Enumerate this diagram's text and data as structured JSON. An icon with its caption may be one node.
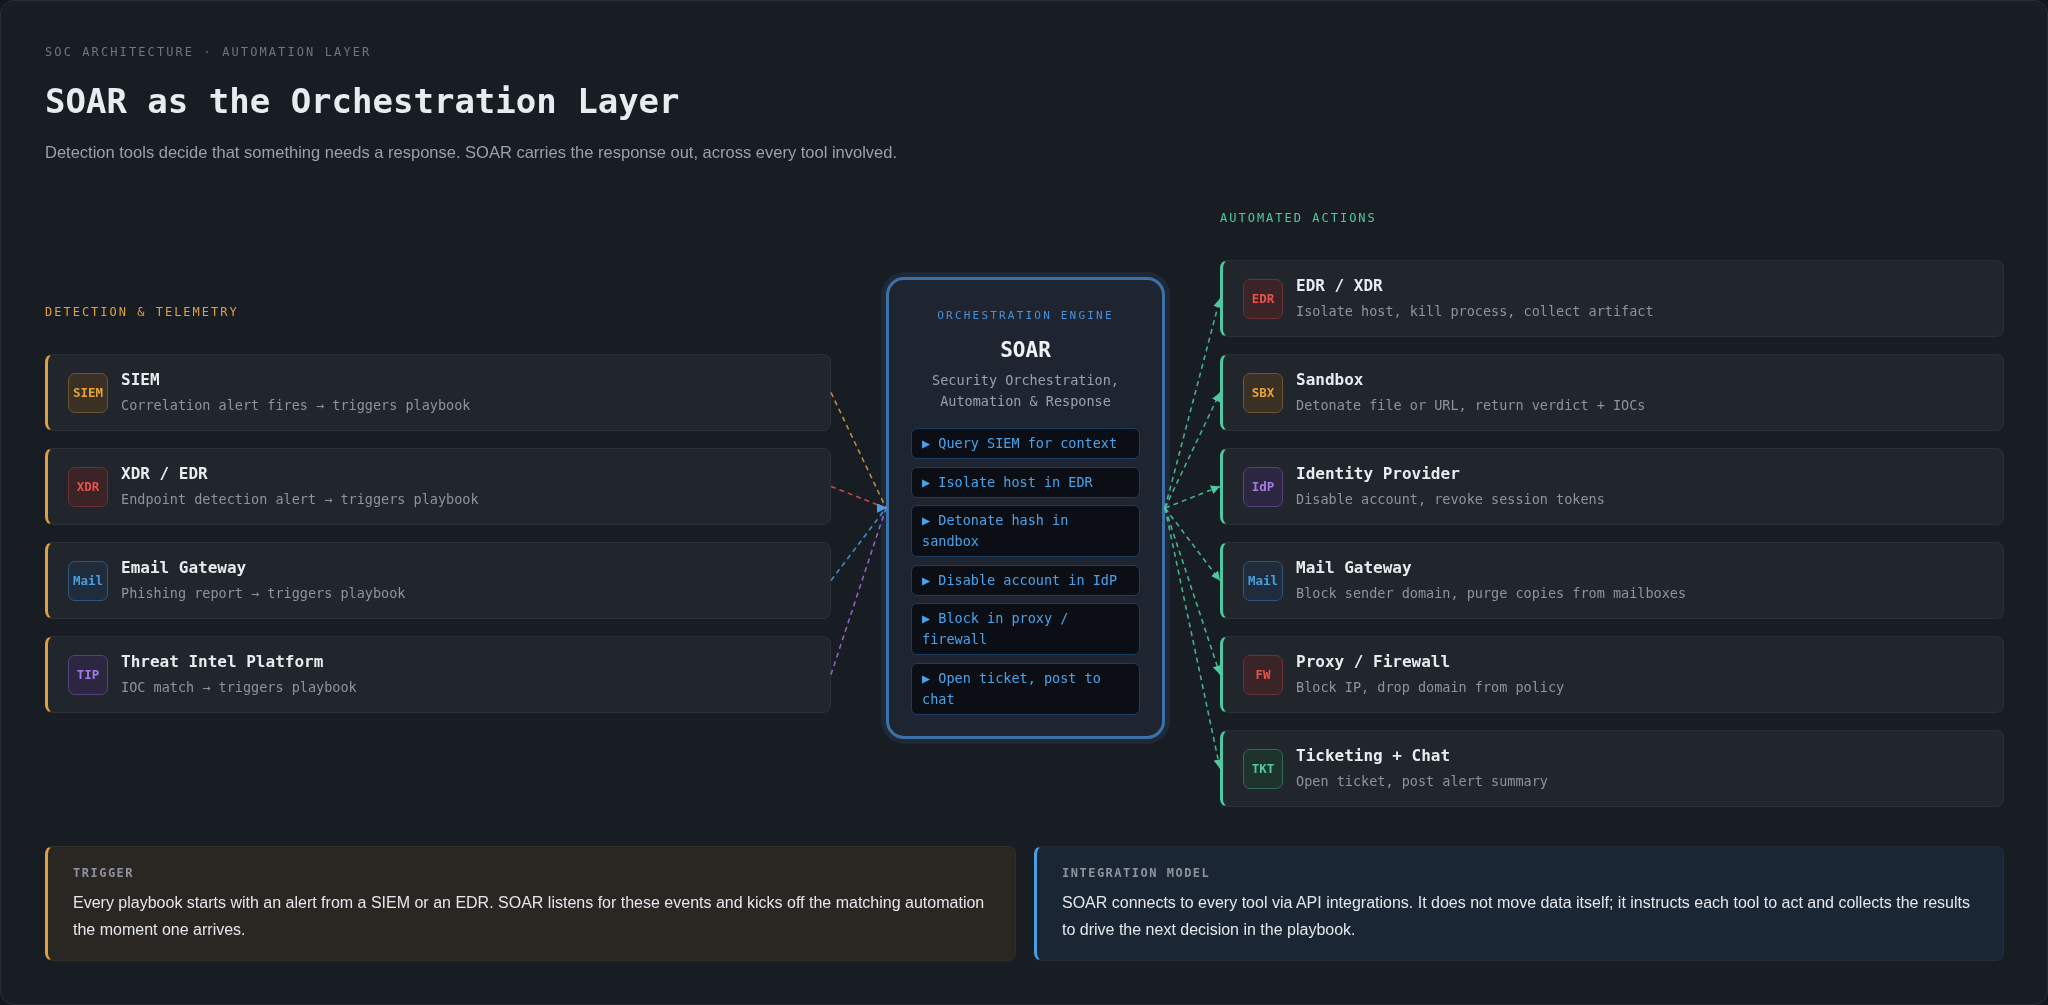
{
  "diagram": {
    "title": "SOAR as the Orchestration Layer",
    "nodes": [
      {
        "text": [
          "SIEM",
          "Correlation alert fires → triggers playbook"
        ]
      },
      {
        "text": [
          "SIEM"
        ],
        "in": 0
      },
      {
        "text": [
          "XDR / EDR",
          "Endpoint detection alert → triggers playbook"
        ]
      },
      {
        "text": [
          "XDR"
        ],
        "in": 2
      },
      {
        "text": [
          "Email Gateway",
          "Phishing report → triggers playbook"
        ]
      },
      {
        "text": [
          "Mail"
        ],
        "in": 4
      },
      {
        "text": [
          "Threat Intel Platform",
          "IOC match → triggers playbook"
        ]
      },
      {
        "text": [
          "TIP"
        ],
        "in": 6
      },
      {
        "text": [
          "ORCHESTRATION ENGINE",
          "SOAR",
          "Security Orchestration, Automation & Response"
        ]
      },
      {
        "text": [
          "▶ Query SIEM for context"
        ],
        "in": 8
      },
      {
        "text": [
          "▶ Isolate host in EDR"
        ],
        "in": 8
      },
      {
        "text": [
          "▶ Detonate hash in sandbox"
        ],
        "in": 8
      },
      {
        "text": [
          "▶ Disable account in IdP"
        ],
        "in": 8
      },
      {
        "text": [
          "▶ Block in proxy / firewall"
        ],
        "in": 8
      },
      {
        "text": [
          "▶ Open ticket, post to chat"
        ],
        "in": 8
      },
      {
        "text": [
          "EDR / XDR",
          "Isolate host, kill process, collect artifact"
        ]
      },
      {
        "text": [
          "EDR"
        ],
        "in": 15
      },
      {
        "text": [
          "Sandbox",
          "Detonate file or URL, return verdict + IOCs"
        ]
      },
      {
        "text": [
          "SBX"
        ],
        "in": 17
      },
      {
        "text": [
          "Identity Provider",
          "Disable account, revoke session tokens"
        ]
      },
      {
        "text": [
          "IdP"
        ],
        "in": 19
      },
      {
        "text": [
          "Mail Gateway",
          "Block sender domain, purge copies from mailboxes"
        ]
      },
      {
        "text": [
          "Mail"
        ],
        "in": 21
      },
      {
        "text": [
          "Proxy / Firewall",
          "Block IP, drop domain from policy"
        ]
      },
      {
        "text": [
          "FW"
        ],
        "in": 23
      },
      {
        "text": [
          "Ticketing + Chat",
          "Open ticket, post alert summary"
        ]
      },
      {
        "text": [
          "TKT"
        ],
        "in": 25
      },
      {
        "text": [
          "TRIGGER",
          "Every playbook starts with an alert from a SIEM or an EDR. SOAR listens for these events and kicks off the matching automation the moment one arrives."
        ]
      },
      {
        "text": [
          "INTEGRATION MODEL",
          "SOAR connects to every tool via API integrations. It does not move data itself; it instructs each tool to act and collects the results to drive the next decision in the playbook."
        ]
      }
    ],
    "edges": [
      {
        "from": 0,
        "to": 8,
        "arrow": "to",
        "style": "dashed",
        "color": "#e0a040"
      },
      {
        "from": 2,
        "to": 8,
        "arrow": "to",
        "style": "dashed",
        "color": "#e05555"
      },
      {
        "from": 4,
        "to": 8,
        "arrow": "to",
        "style": "dashed",
        "color": "#4a9ee0"
      },
      {
        "from": 6,
        "to": 8,
        "arrow": "to",
        "style": "dashed",
        "color": "#a070e0"
      },
      {
        "from": 8,
        "to": 15,
        "arrow": "to",
        "style": "dashed"
      },
      {
        "from": 8,
        "to": 17,
        "arrow": "to",
        "style": "dashed"
      },
      {
        "from": 8,
        "to": 19,
        "arrow": "to",
        "style": "dashed"
      },
      {
        "from": 8,
        "to": 21,
        "arrow": "to",
        "style": "dashed"
      },
      {
        "from": 8,
        "to": 23,
        "arrow": "to",
        "style": "dashed"
      },
      {
        "from": 8,
        "to": 25,
        "arrow": "to",
        "style": "dashed"
      }
    ],
    "labels": [
      "SOC ARCHITECTURE · AUTOMATION LAYER",
      "Detection tools decide that something needs a response. SOAR carries the response out, across every tool involved.",
      "DETECTION & TELEMETRY",
      "AUTOMATED ACTIONS"
    ]
  }
}
